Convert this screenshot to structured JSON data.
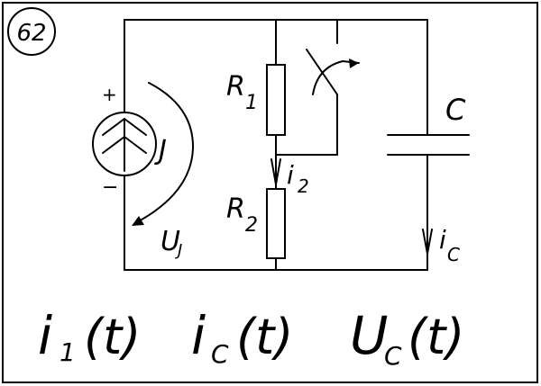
{
  "problem_number": "62",
  "labels": {
    "r1": "R",
    "r1_sub": "1",
    "r2": "R",
    "r2_sub": "2",
    "c": "C",
    "source_current": "J",
    "source_voltage": "U",
    "source_voltage_sub": "J",
    "i2": "i",
    "i2_sub": "2",
    "ic": "i",
    "ic_sub": "C",
    "plus": "+",
    "minus": "−"
  },
  "tasks": [
    {
      "base": "i",
      "sub": "1",
      "arg": "(t)"
    },
    {
      "base": "i",
      "sub": "C",
      "arg": "(t)"
    },
    {
      "base": "U",
      "sub": "C",
      "arg": "(t)"
    }
  ]
}
